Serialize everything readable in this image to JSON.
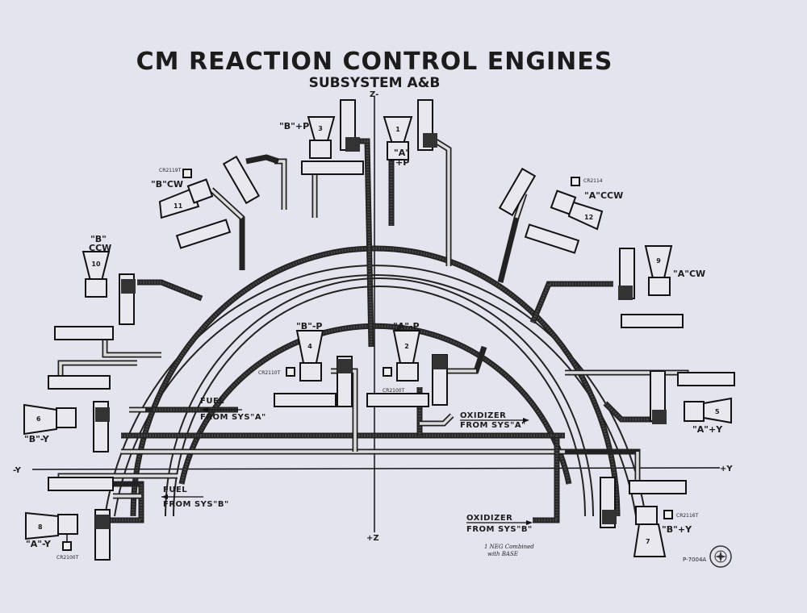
{
  "title": "CM REACTION CONTROL ENGINES",
  "subtitle": "SUBSYSTEM A&B",
  "axes": {
    "z_minus": "Z-",
    "z_plus": "+Z",
    "y_minus": "-Y",
    "y_plus": "+Y"
  },
  "engines": [
    {
      "id": "1",
      "label_line1": "\"A\"",
      "label_line2": "+P"
    },
    {
      "id": "2",
      "label_line1": "\"A\"-P",
      "label_line2": "",
      "tag": "CR2100T"
    },
    {
      "id": "3",
      "label_line1": "\"B\"+P",
      "label_line2": ""
    },
    {
      "id": "4",
      "label_line1": "\"B\"-P",
      "label_line2": "",
      "tag": "CR2110T"
    },
    {
      "id": "5",
      "label_line1": "\"A\"+Y",
      "label_line2": ""
    },
    {
      "id": "6",
      "label_line1": "\"B\"-Y",
      "label_line2": ""
    },
    {
      "id": "7",
      "label_line1": "\"B\"+Y",
      "label_line2": "",
      "tag": "CR2116T"
    },
    {
      "id": "8",
      "label_line1": "\"A\"-Y",
      "label_line2": "",
      "tag": "CR2100T"
    },
    {
      "id": "9",
      "label_line1": "\"A\"CW",
      "label_line2": ""
    },
    {
      "id": "10",
      "label_line1": "\"B\"",
      "label_line2": "CCW"
    },
    {
      "id": "11",
      "label_line1": "\"B\"CW",
      "label_line2": "",
      "tag": "CR2119T"
    },
    {
      "id": "12",
      "label_line1": "\"A\"CCW",
      "label_line2": "",
      "tag": "CR2114"
    }
  ],
  "flows": {
    "fuel_a": {
      "line1": "FUEL",
      "line2": "FROM SYS\"A\""
    },
    "fuel_b": {
      "line1": "FUEL",
      "line2": "FROM SYS\"B\""
    },
    "ox_a": {
      "line1": "OXIDIZER",
      "line2": "FROM SYS\"A\""
    },
    "ox_b": {
      "line1": "OXIDIZER",
      "line2": "FROM SYS\"B\""
    }
  },
  "handwritten_note": {
    "line1": "1 NEG Combined",
    "line2": "with BASE"
  },
  "drawing_number": "P-7004A",
  "connector_tag_symbol": "1",
  "colors": {
    "background": "#e4e4ee",
    "ink": "#1c1c1c"
  }
}
